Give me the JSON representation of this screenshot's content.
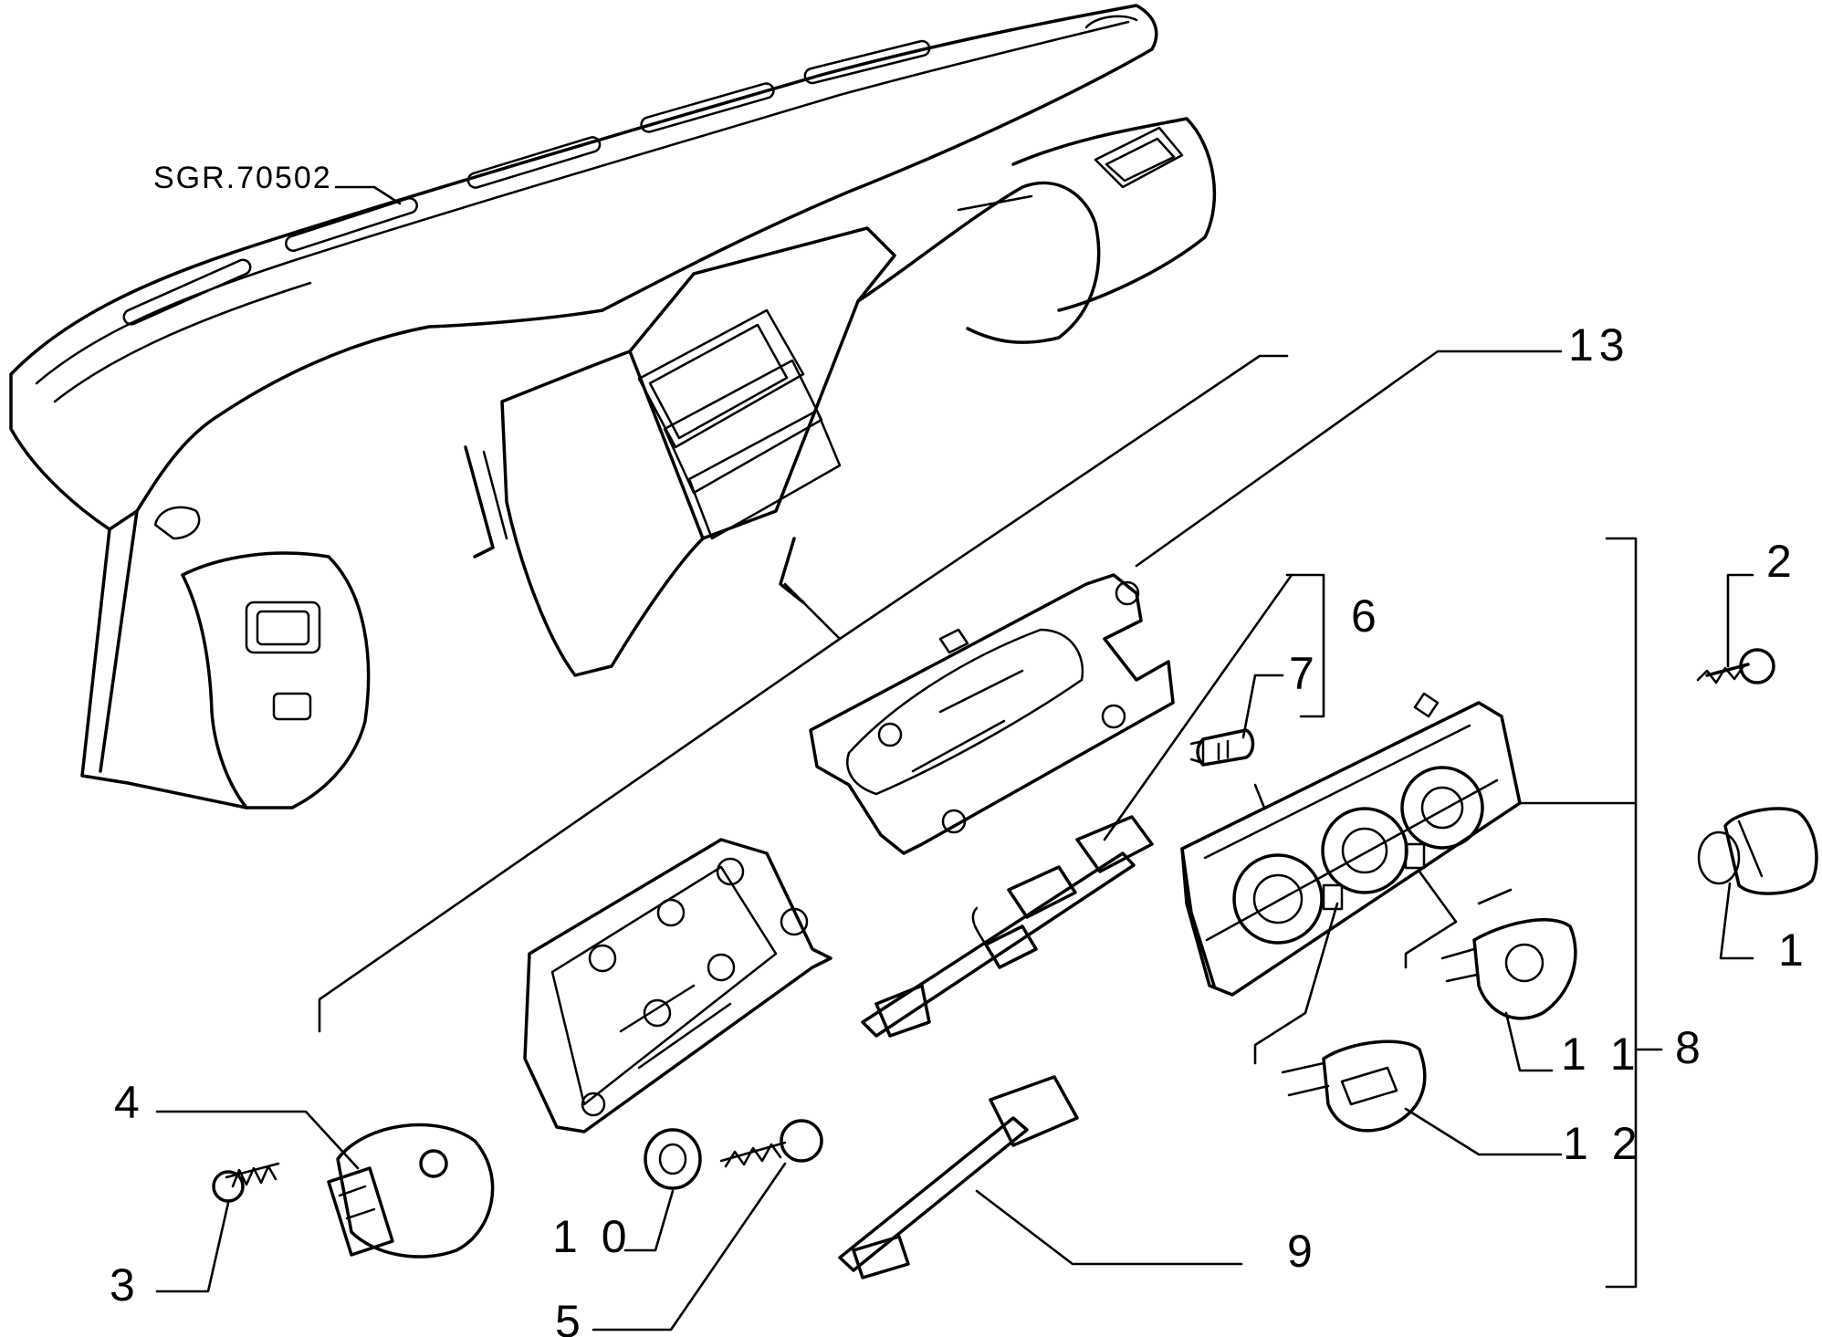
{
  "drawing": {
    "reference_code": "SGR.70502"
  },
  "callouts": {
    "c1": "1",
    "c2": "2",
    "c3": "3",
    "c4": "4",
    "c5": "5",
    "c6": "6",
    "c7": "7",
    "c8": "8",
    "c9": "9",
    "c10": "1 0",
    "c11": "1 1",
    "c12": "1 2",
    "c13": "13"
  },
  "icons": {
    "knob": "control-knob-icon",
    "screw": "screw-icon",
    "switch": "rocker-switch-icon",
    "bulb": "bulb-icon"
  }
}
